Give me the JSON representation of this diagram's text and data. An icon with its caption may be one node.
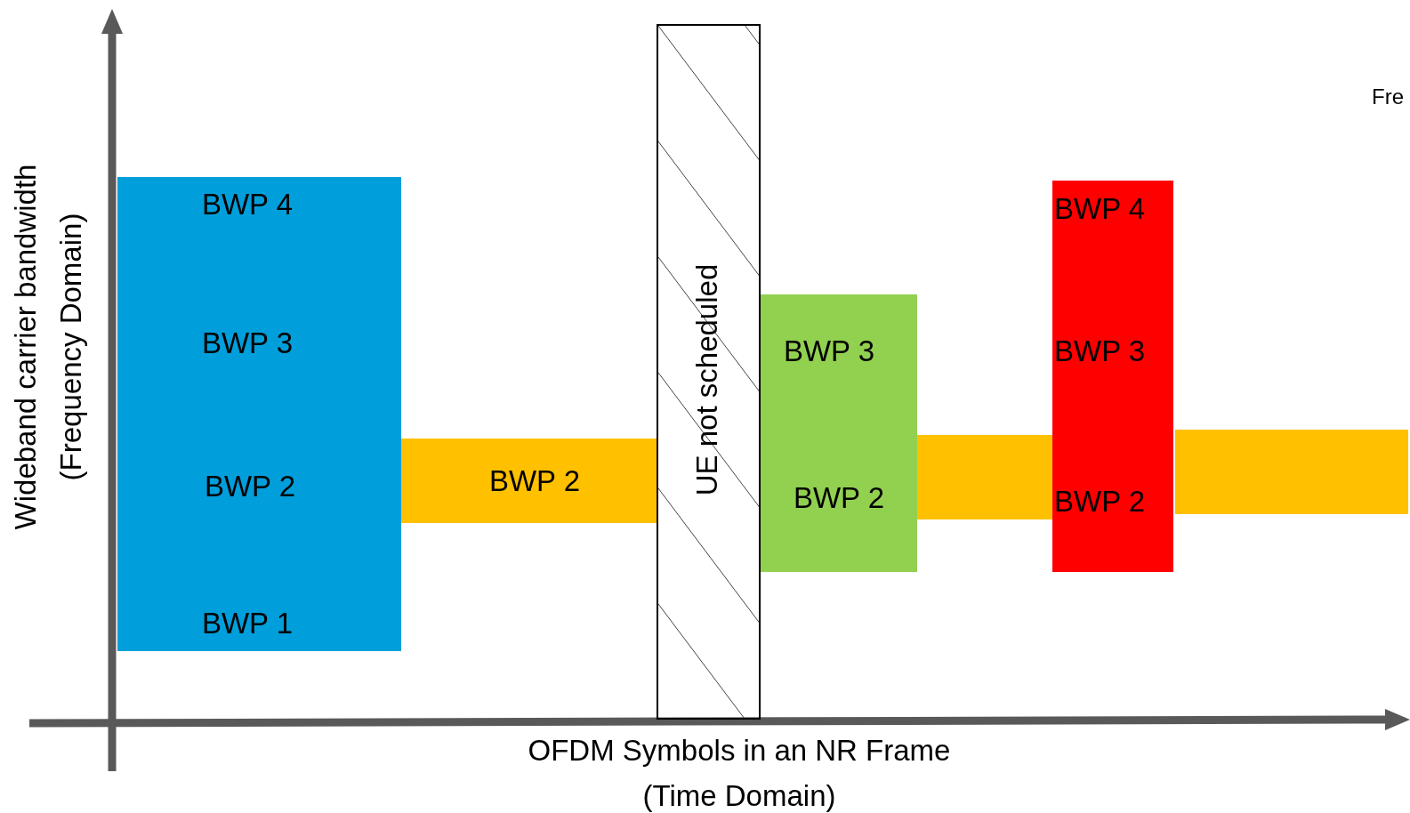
{
  "diagram": {
    "nodes": [
      {
        "text": [
          "BWP 4",
          "BWP 3",
          "BWP 2",
          "BWP 1"
        ]
      },
      {
        "text": [
          "BWP 2"
        ]
      },
      {
        "text": [
          "UE not scheduled"
        ]
      },
      {
        "text": [
          "BWP 3",
          "BWP 2"
        ]
      },
      {
        "text": [],
        "shape": "bar"
      },
      {
        "text": [
          "BWP 4",
          "BWP 3",
          "BWP 2"
        ]
      },
      {
        "text": [],
        "shape": "bar"
      }
    ],
    "labels": [
      "Wideband carrier bandwidth",
      "(Frequency Domain)",
      "Fre",
      "OFDM Symbols in an NR Frame",
      "(Time Domain)"
    ]
  }
}
